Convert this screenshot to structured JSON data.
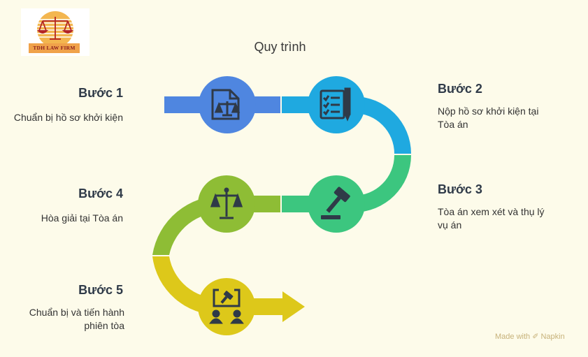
{
  "logo": {
    "text": "TDH LAW FIRM"
  },
  "title": "Quy trình",
  "steps": [
    {
      "title": "Bước 1",
      "desc": "Chuẩn bị hồ sơ khởi kiện",
      "icon": "document-scales-icon"
    },
    {
      "title": "Bước 2",
      "desc": "Nộp hồ sơ khởi kiện tại Tòa án",
      "icon": "checklist-pen-icon"
    },
    {
      "title": "Bước 3",
      "desc": "Tòa án xem xét và thụ lý vụ án",
      "icon": "gavel-icon"
    },
    {
      "title": "Bước 4",
      "desc": "Hòa giải tại Tòa án",
      "icon": "scales-icon"
    },
    {
      "title": "Bước 5",
      "desc": "Chuẩn bị và tiến hành phiên tòa",
      "icon": "courtroom-people-icon"
    }
  ],
  "watermark": "Made with ✐ Napkin",
  "colors": {
    "step1": "#4f86e0",
    "step2": "#1fa9e0",
    "step3": "#3cc67f",
    "step4": "#8ebd35",
    "step5": "#ddc81a",
    "icon": "#2f3a48",
    "background": "#fdfbea"
  }
}
